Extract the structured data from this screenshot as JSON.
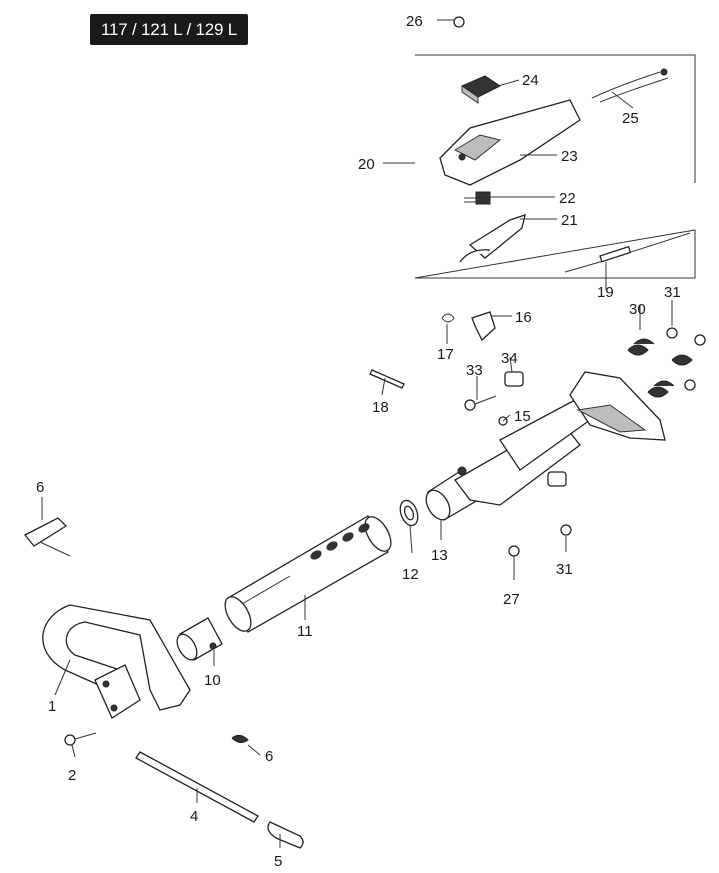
{
  "model_badge": "117 / 121 L / 129 L",
  "part_labels": [
    "26",
    "24",
    "25",
    "20",
    "23",
    "22",
    "21",
    "19",
    "31",
    "30",
    "16",
    "17",
    "34",
    "33",
    "18",
    "15",
    "6",
    "13",
    "12",
    "31",
    "27",
    "11",
    "10",
    "1",
    "6",
    "2",
    "4",
    "5"
  ],
  "colors": {
    "badge_bg": "#1a1a1a",
    "badge_text": "#ffffff",
    "line": "#222222"
  }
}
